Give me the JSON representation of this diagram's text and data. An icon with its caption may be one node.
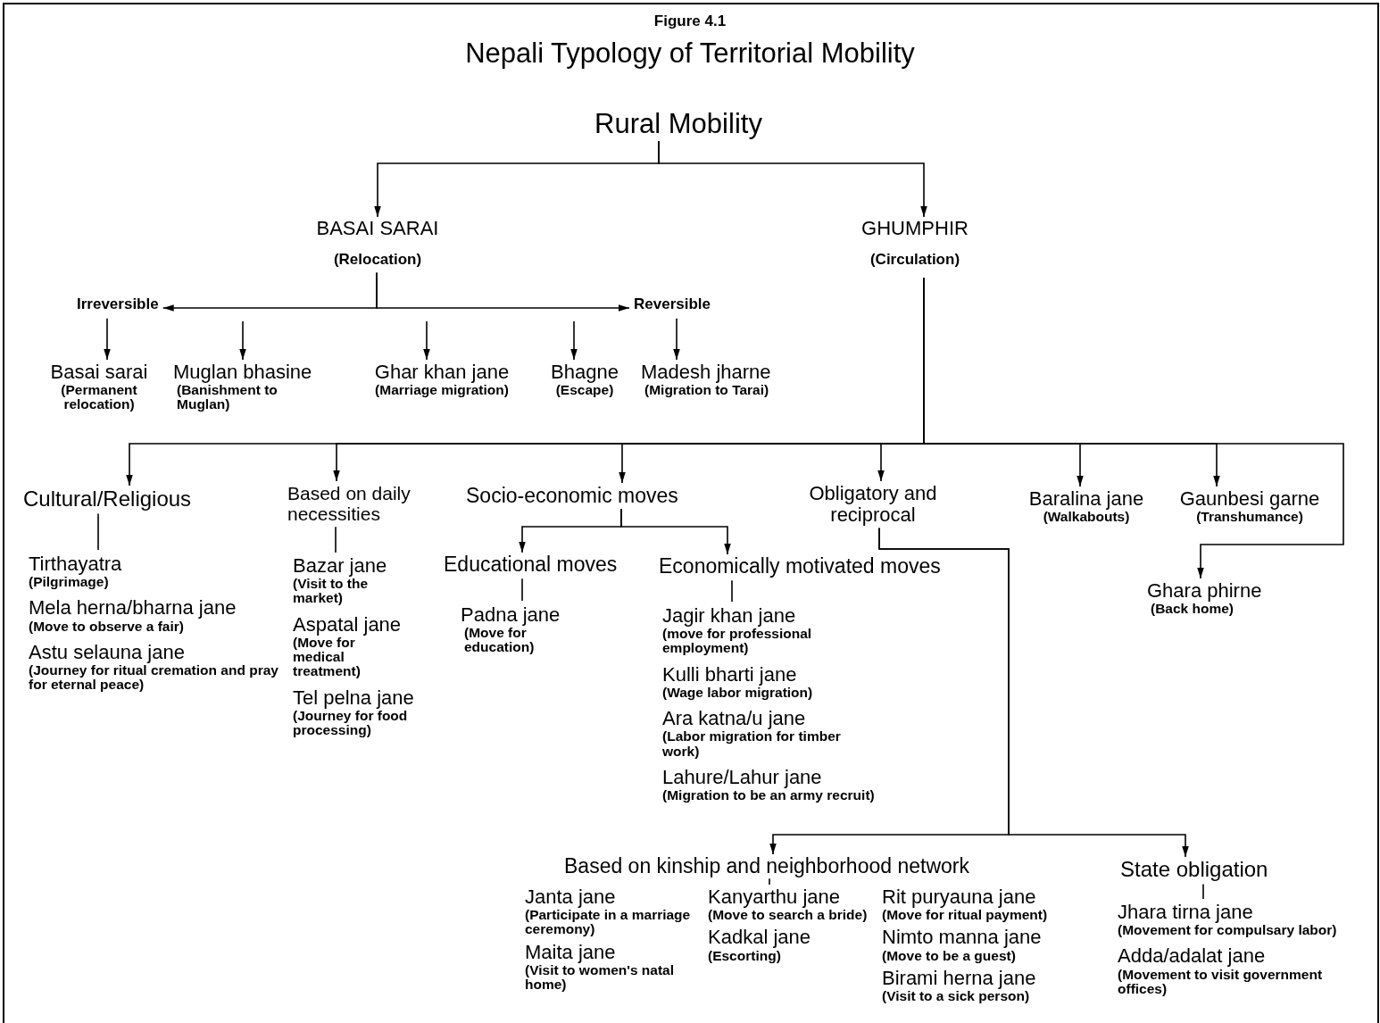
{
  "diagram": {
    "title": "Nepali Typology of Territorial Mobility",
    "labels": [
      "Figure 4.1"
    ],
    "nodes": [
      {
        "text": [
          "Rural Mobility"
        ]
      },
      {
        "text": [
          "BASAI SARAI",
          "(Relocation)"
        ]
      },
      {
        "text": [
          "GHUMPHIR",
          "(Circulation)"
        ]
      },
      {
        "text": [
          "Irreversible"
        ]
      },
      {
        "text": [
          "Reversible"
        ]
      },
      {
        "text": [
          "Basai sarai",
          "(Permanent relocation)"
        ]
      },
      {
        "text": [
          "Muglan bhasine",
          "(Banishment to Muglan)"
        ]
      },
      {
        "text": [
          "Ghar khan jane",
          "(Marriage migration)"
        ]
      },
      {
        "text": [
          "Bhagne",
          "(Escape)"
        ]
      },
      {
        "text": [
          "Madesh jharne",
          "(Migration to Tarai)"
        ]
      },
      {
        "text": [
          "Cultural/Religious"
        ]
      },
      {
        "text": [
          "Based on daily necessities"
        ]
      },
      {
        "text": [
          "Socio-economic moves"
        ]
      },
      {
        "text": [
          "Obligatory and reciprocal"
        ]
      },
      {
        "text": [
          "Baralina jane",
          "(Walkabouts)"
        ]
      },
      {
        "text": [
          "Gaunbesi garne",
          "(Transhumance)"
        ]
      },
      {
        "text": [
          "Tirthayatra",
          "(Pilgrimage)",
          "Mela herna/bharna jane",
          "(Move to observe a fair)",
          "Astu selauna jane",
          "(Journey for ritual cremation and pray for eternal peace)"
        ]
      },
      {
        "text": [
          "Bazar jane",
          "(Visit to the market)",
          "Aspatal jane",
          "(Move for medical treatment)",
          "Tel pelna jane",
          "(Journey for food processing)"
        ]
      },
      {
        "text": [
          "Educational moves"
        ]
      },
      {
        "text": [
          "Economically motivated moves"
        ]
      },
      {
        "text": [
          "Padna jane",
          "(Move for education)"
        ]
      },
      {
        "text": [
          "Jagir khan jane",
          "(move for professional employment)",
          "Kulli bharti jane",
          "(Wage labor migration)",
          "Ara katna/u jane",
          "(Labor migration for timber work)",
          "Lahure/Lahur jane",
          "(Migration to be an army recruit)"
        ]
      },
      {
        "text": [
          "Ghara phirne",
          "(Back home)"
        ]
      },
      {
        "text": [
          "Based on kinship and neighborhood network"
        ]
      },
      {
        "text": [
          "State obligation"
        ]
      },
      {
        "text": [
          "Janta jane",
          "(Participate in a marriage ceremony)",
          "Maita jane",
          "(Visit to women's natal home)",
          "Kanyarthu jane",
          "(Move to search a bride)",
          "Kadkal jane",
          "(Escorting)",
          "Rit puryauna jane",
          "(Move for ritual payment)",
          "Nimto manna jane",
          "(Move to be a guest)",
          "Birami herna jane",
          "(Visit to a sick person)"
        ]
      },
      {
        "text": [
          "Jhara tirna jane",
          "(Movement for compulsary labor)",
          "Adda/adalat jane",
          "(Movement to visit government offices)"
        ]
      }
    ],
    "edges": [
      {
        "from": 0,
        "to": 1,
        "arrow": "to"
      },
      {
        "from": 0,
        "to": 2,
        "arrow": "to"
      },
      {
        "from": 1,
        "to": 3,
        "arrow": "to"
      },
      {
        "from": 1,
        "to": 4,
        "arrow": "to"
      },
      {
        "from": 3,
        "to": 5,
        "arrow": "to"
      },
      {
        "from": null,
        "to": 6,
        "arrow": "to"
      },
      {
        "from": null,
        "to": 7,
        "arrow": "to"
      },
      {
        "from": null,
        "to": 8,
        "arrow": "to"
      },
      {
        "from": 4,
        "to": 9,
        "arrow": "to"
      },
      {
        "from": 2,
        "to": 10,
        "arrow": "to"
      },
      {
        "from": 2,
        "to": 11,
        "arrow": "to"
      },
      {
        "from": 2,
        "to": 12,
        "arrow": "to"
      },
      {
        "from": 2,
        "to": 13,
        "arrow": "to"
      },
      {
        "from": 2,
        "to": 14,
        "arrow": "to"
      },
      {
        "from": 2,
        "to": 15,
        "arrow": "to"
      },
      {
        "from": 2,
        "to": 22,
        "arrow": "to"
      },
      {
        "from": 10,
        "to": 16,
        "arrow": "none"
      },
      {
        "from": 11,
        "to": 17,
        "arrow": "none"
      },
      {
        "from": 12,
        "to": 18,
        "arrow": "to"
      },
      {
        "from": 12,
        "to": 19,
        "arrow": "to"
      },
      {
        "from": 18,
        "to": 20,
        "arrow": "none"
      },
      {
        "from": 19,
        "to": 21,
        "arrow": "none"
      },
      {
        "from": 13,
        "to": 23,
        "arrow": "to"
      },
      {
        "from": 13,
        "to": 24,
        "arrow": "to"
      },
      {
        "from": 23,
        "to": 25,
        "arrow": "none"
      },
      {
        "from": 24,
        "to": 26,
        "arrow": "none"
      }
    ]
  }
}
